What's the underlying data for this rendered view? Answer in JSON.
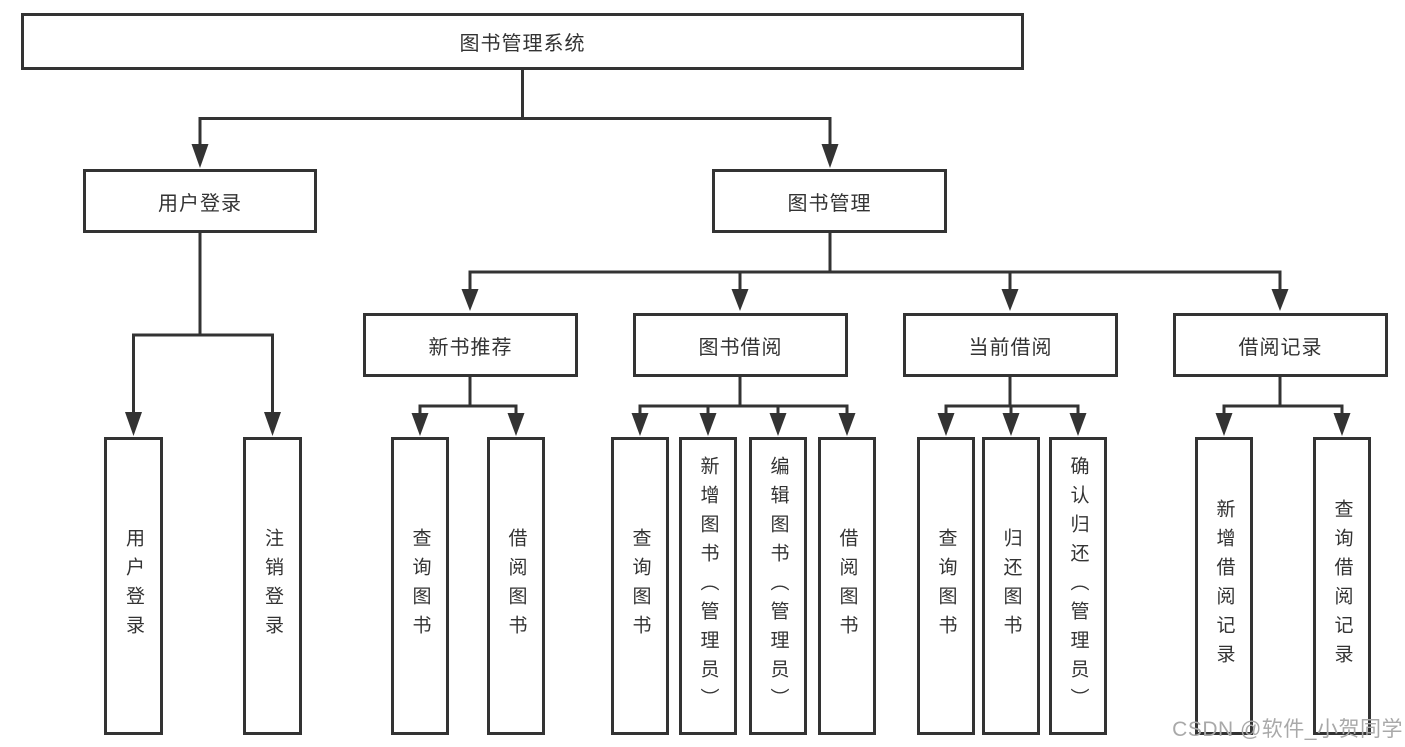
{
  "diagram": {
    "root": {
      "label": "图书管理系统"
    },
    "branches": [
      {
        "label": "用户登录",
        "leaves": [
          "用户登录",
          "注销登录"
        ]
      },
      {
        "label": "图书管理",
        "children": [
          {
            "label": "新书推荐",
            "leaves": [
              "查询图书",
              "借阅图书"
            ]
          },
          {
            "label": "图书借阅",
            "leaves": [
              "查询图书",
              "新增图书（管理员）",
              "编辑图书（管理员）",
              "借阅图书"
            ]
          },
          {
            "label": "当前借阅",
            "leaves": [
              "查询图书",
              "归还图书",
              "确认归还（管理员）"
            ]
          },
          {
            "label": "借阅记录",
            "leaves": [
              "新增借阅记录",
              "查询借阅记录"
            ]
          }
        ]
      }
    ]
  },
  "watermark": {
    "text": "CSDN @软件_小贺同学"
  },
  "colors": {
    "line": "#333333",
    "box_border": "#333333",
    "text": "#333333",
    "watermark": "#a9a9a9",
    "background": "#ffffff"
  }
}
